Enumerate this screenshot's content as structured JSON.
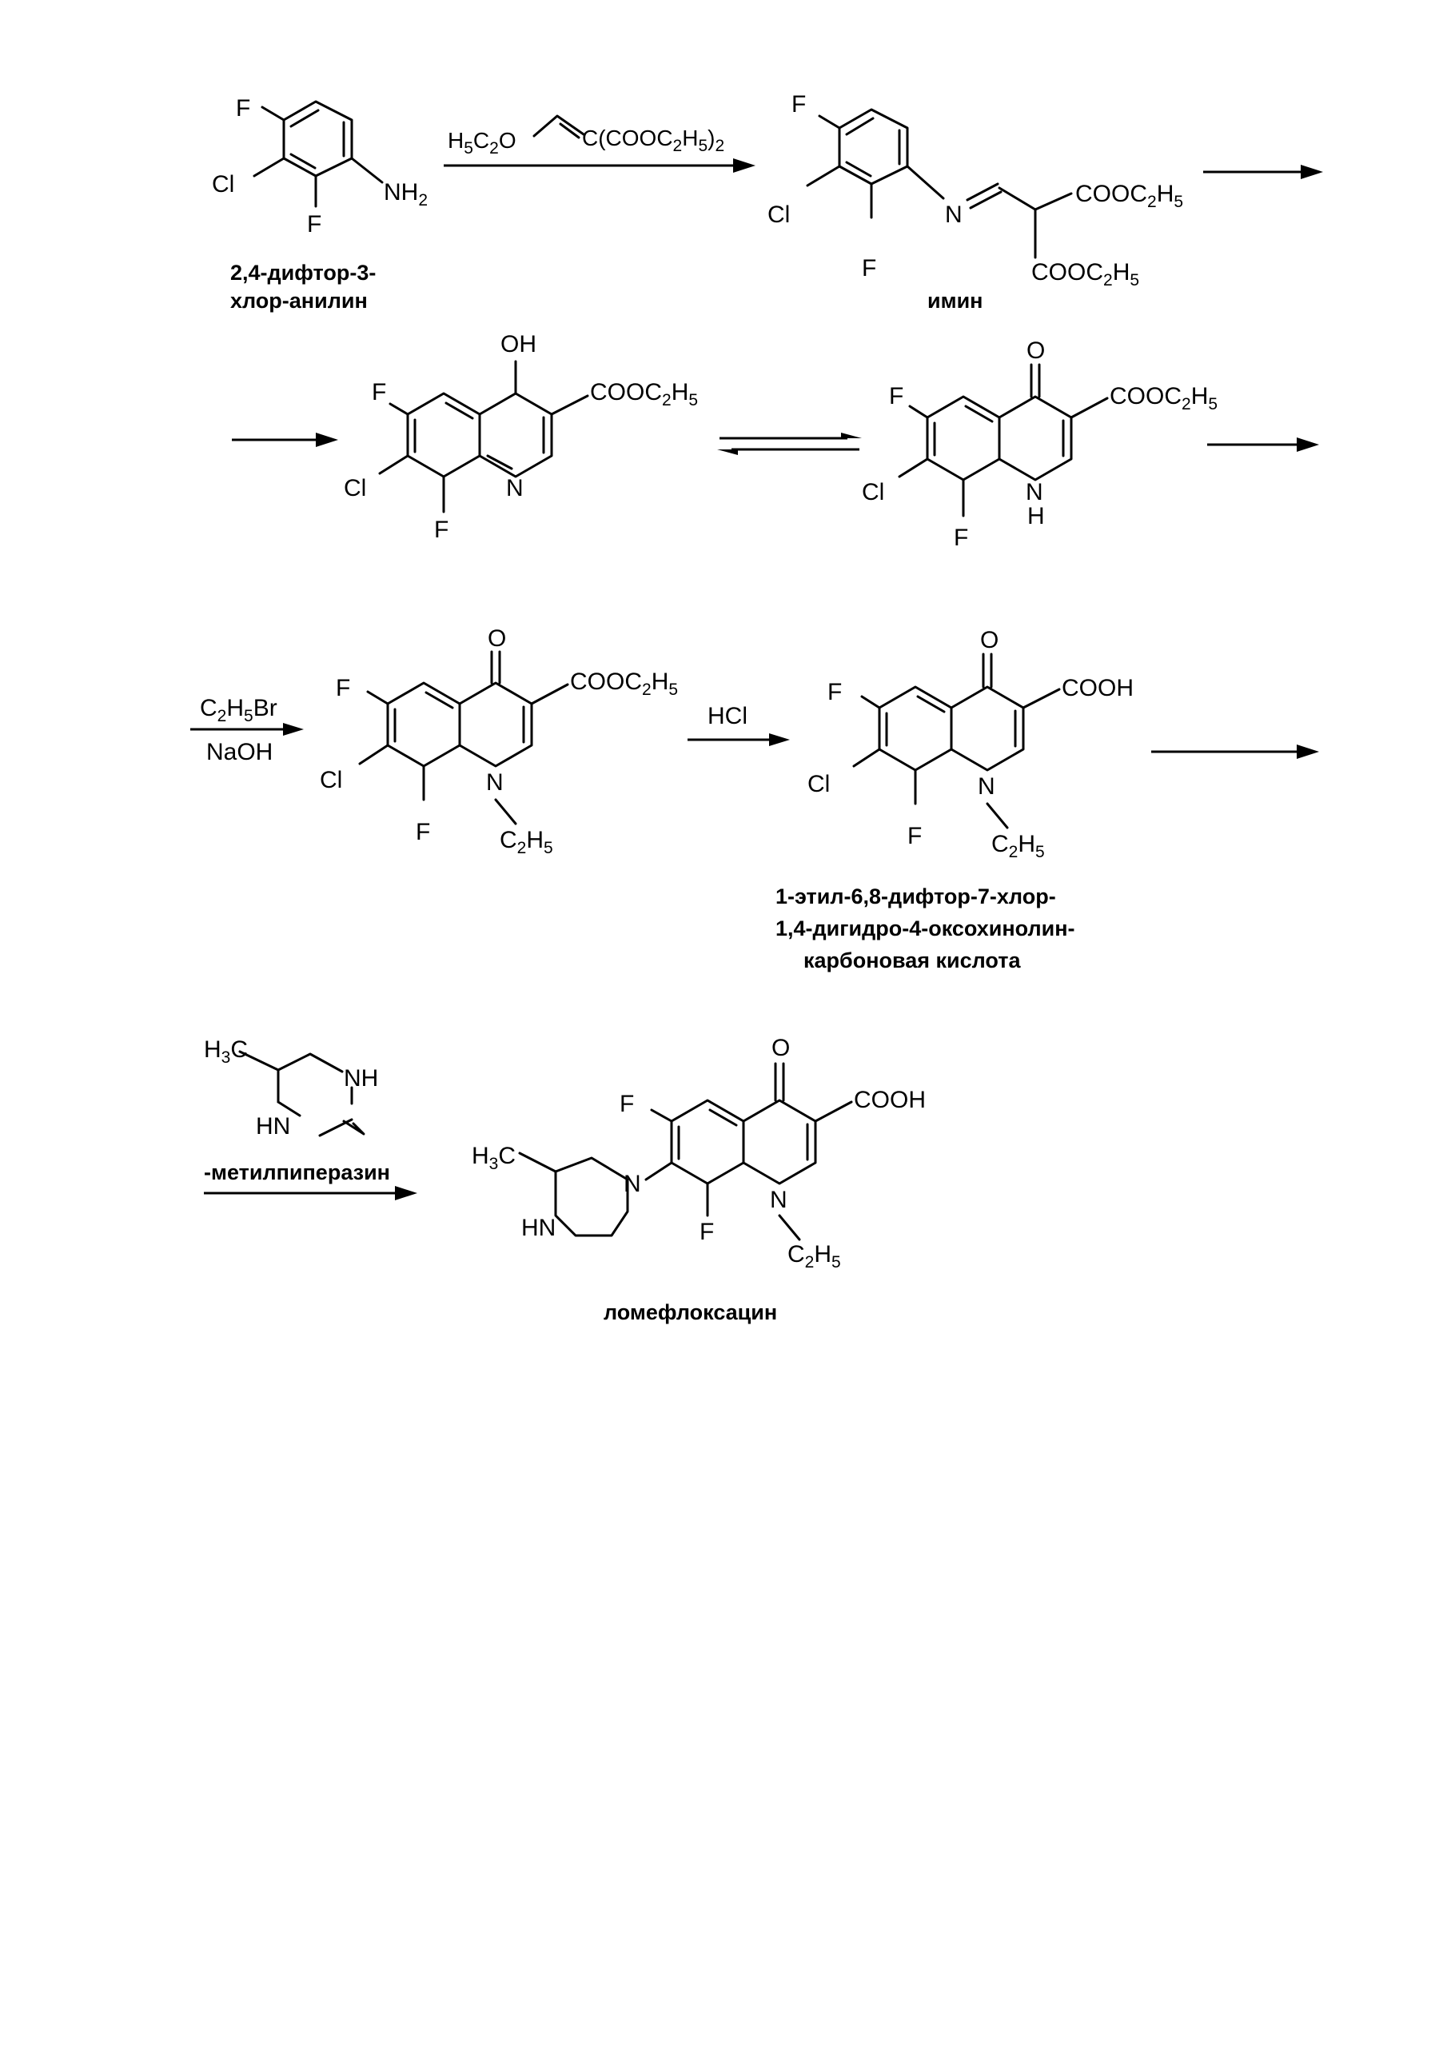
{
  "atoms": {
    "F": "F",
    "Cl": "Cl",
    "N": "N",
    "H": "H",
    "O": "O",
    "NH": "NH",
    "HN": "HN",
    "OH": "OH",
    "NH2": {
      "base": "NH",
      "sub": "2"
    },
    "COOH": "COOH",
    "COOEt": {
      "a": "COOC",
      "s1": "2",
      "b": "H",
      "s2": "5"
    },
    "Et": {
      "a": "C",
      "s1": "2",
      "b": "H",
      "s2": "5"
    },
    "Me": {
      "a": "H",
      "s1": "3",
      "b": "C"
    }
  },
  "reagents": {
    "ethoxymethylene": {
      "a": "H",
      "s1": "5",
      "b": "C",
      "s2": "2",
      "c": "O",
      "d": "C(COOC",
      "s3": "2",
      "e": "H",
      "s4": "5",
      "f": ")",
      "s5": "2"
    },
    "ethyl_bromide": {
      "a": "C",
      "s1": "2",
      "b": "H",
      "s2": "5",
      "c": "Br"
    },
    "base": "NaOH",
    "acid": "HCl",
    "piperazine_label": "-метилпиперазин"
  },
  "captions": {
    "start_line1": "2,4-дифтор-3-",
    "start_line2": "хлор-анилин",
    "imine": "имин",
    "acid_line1": "1-этил-6,8-дифтор-7-хлор-",
    "acid_line2": "1,4-дигидро-4-оксохинолин-",
    "acid_line3": "карбоновая кислота",
    "product": "ломефлоксацин"
  }
}
